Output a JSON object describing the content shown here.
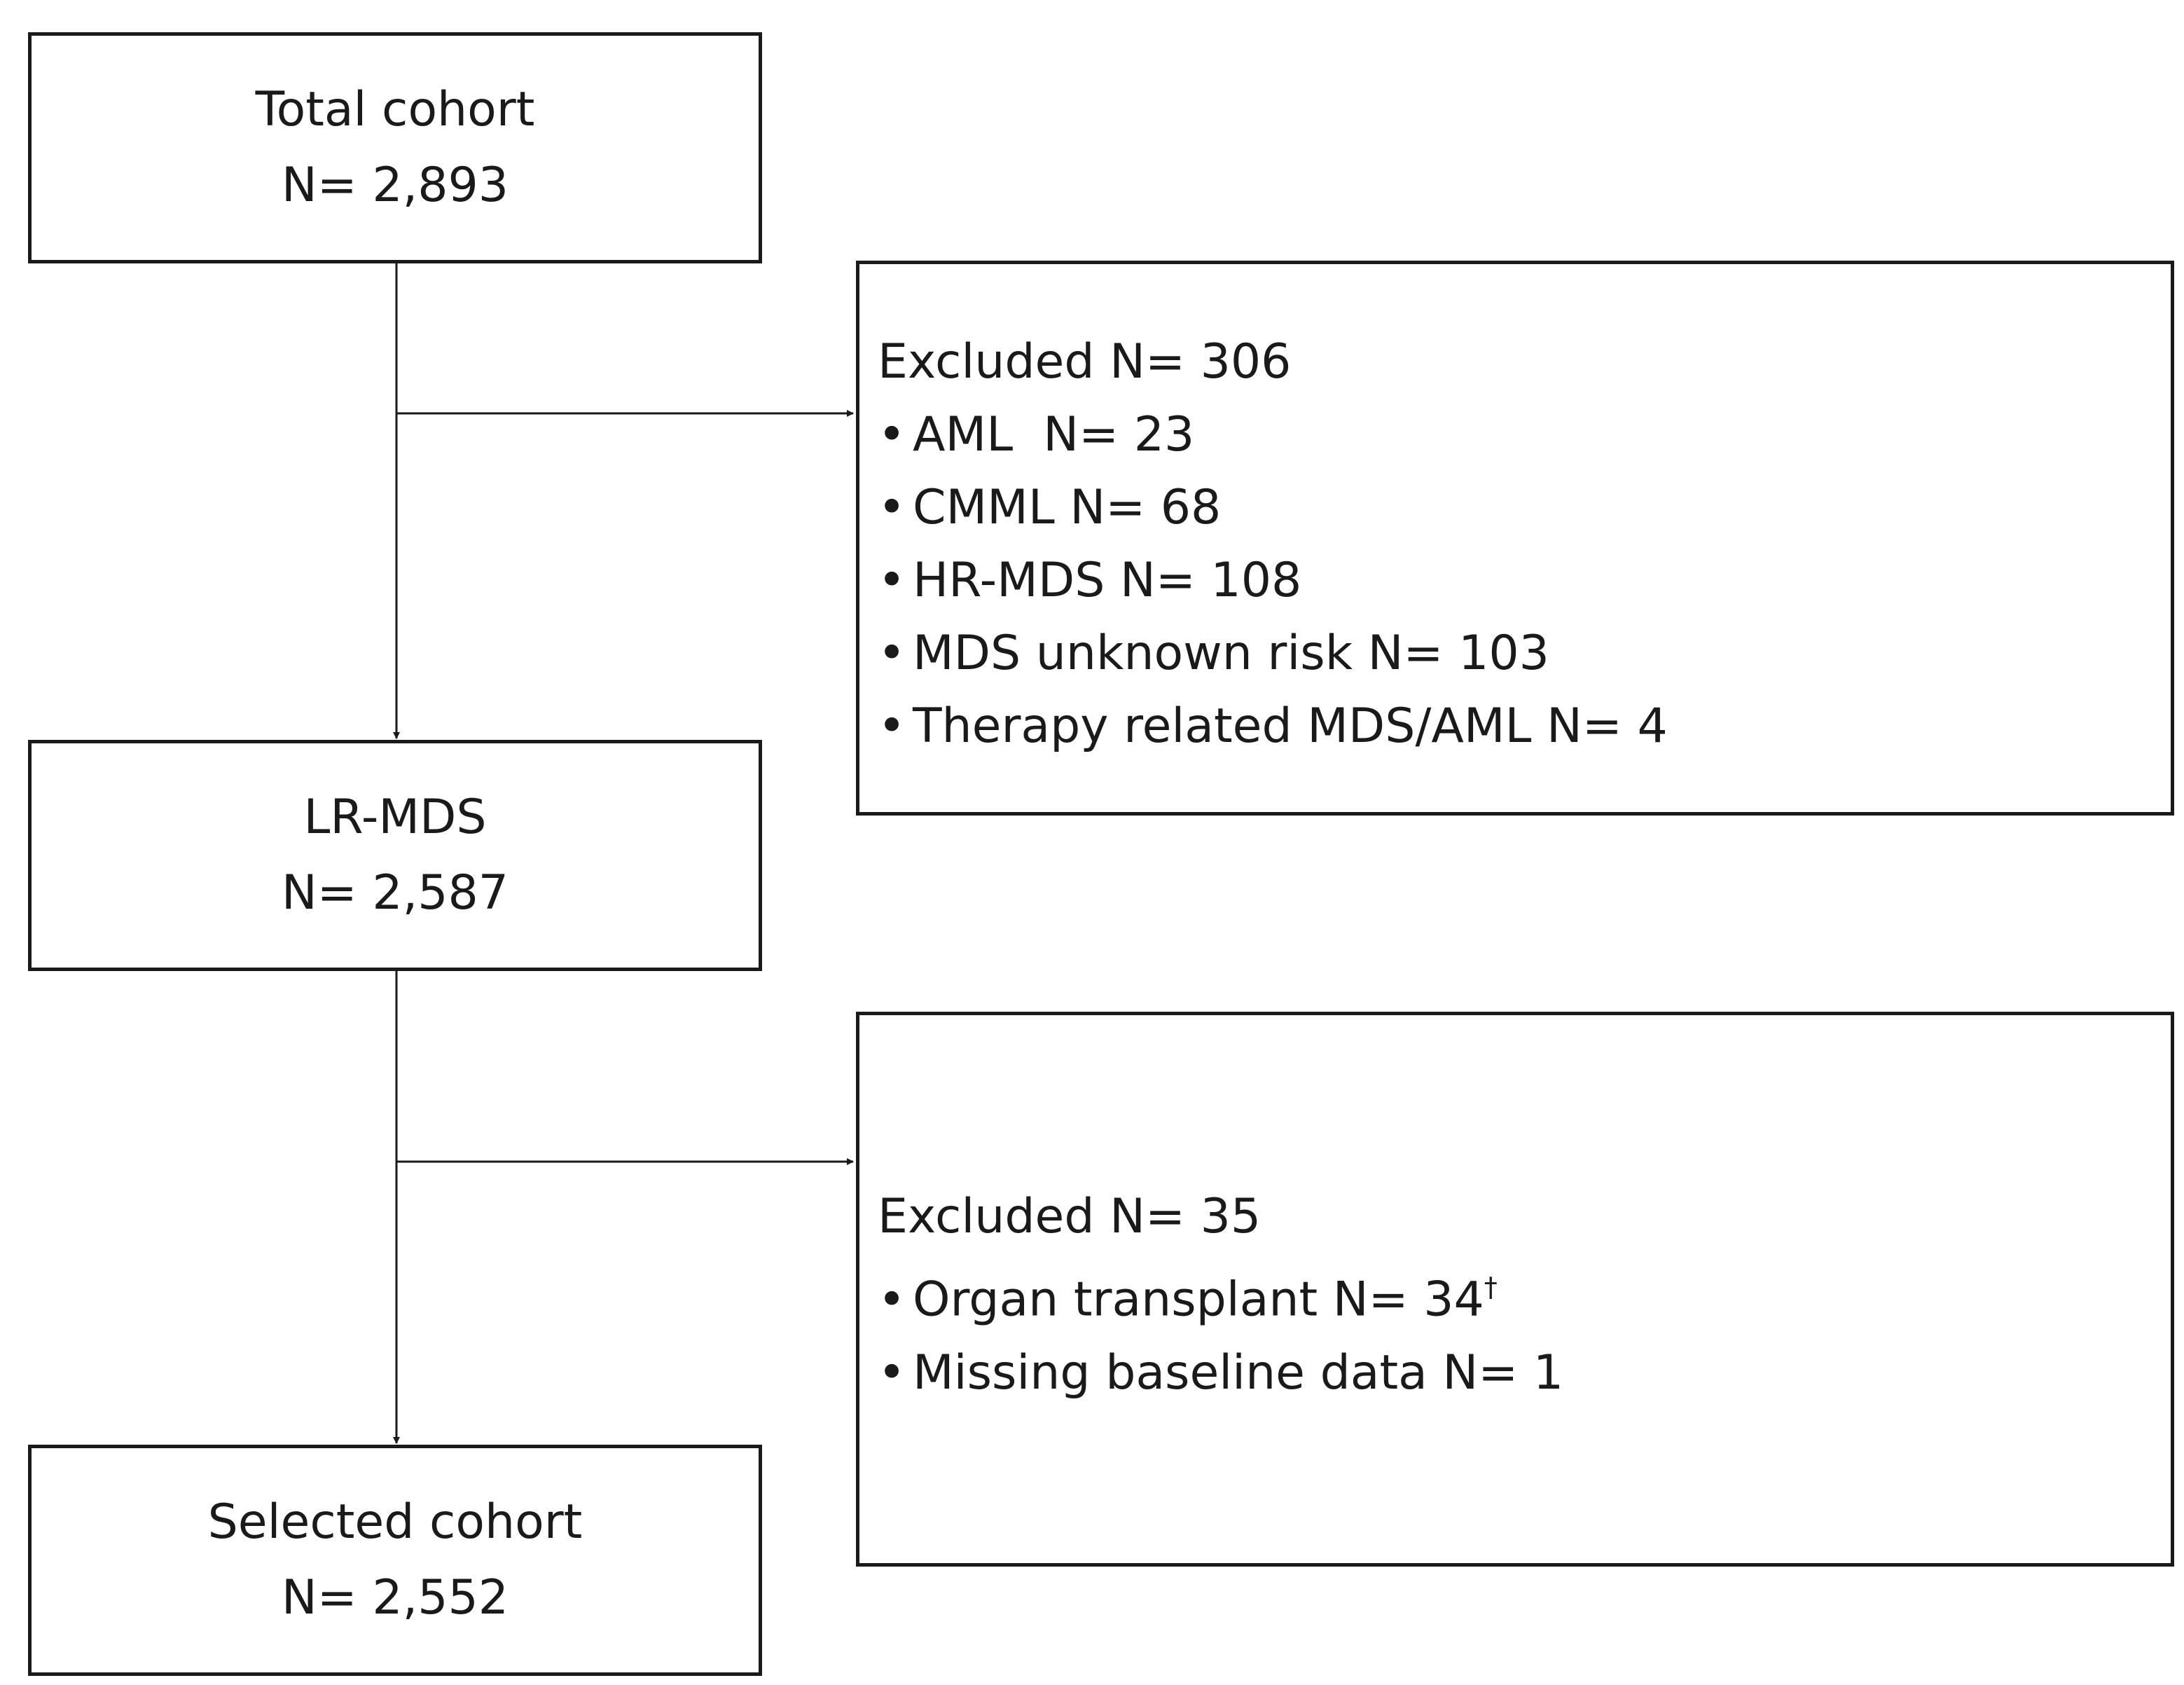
{
  "flow": {
    "total": {
      "title": "Total cohort",
      "count": "N= 2,893"
    },
    "lr_mds": {
      "title": "LR-MDS",
      "count": "N= 2,587"
    },
    "selected": {
      "title": "Selected cohort",
      "count": "N= 2,552"
    }
  },
  "exclusions_1": {
    "header": "Excluded N= 306",
    "items": [
      "AML  N= 23",
      "CMML N= 68",
      "HR-MDS N= 108",
      "MDS unknown risk N= 103",
      "Therapy related MDS/AML N= 4"
    ]
  },
  "exclusions_2": {
    "header": "Excluded N= 35",
    "items": [
      "Organ transplant N= 34",
      "Missing baseline data N= 1"
    ],
    "footnote_mark": "†"
  },
  "bullet_char": "•"
}
